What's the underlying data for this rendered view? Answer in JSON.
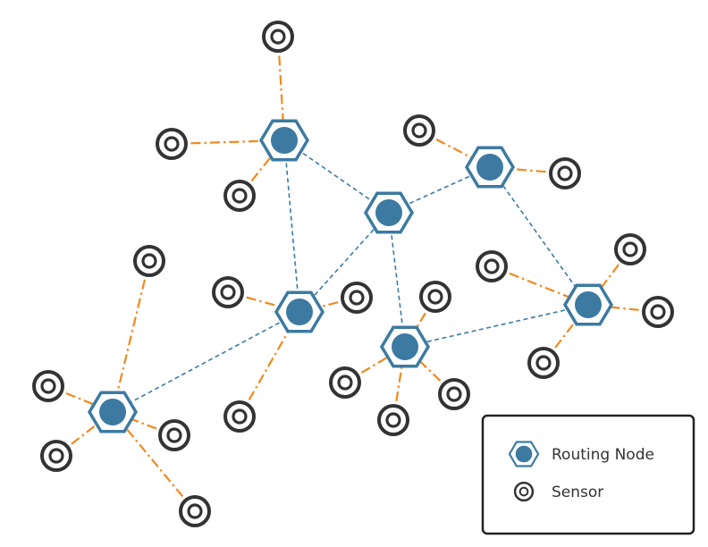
{
  "legend": {
    "routing_node_label": "Routing Node",
    "sensor_label": "Sensor"
  },
  "colors": {
    "node_fill": "#3c7aa2",
    "node_stroke": "#3c7aa2",
    "node_halo": "#d6e6f0",
    "sensor_stroke": "#333333",
    "backbone_link": "#3c7aa2",
    "sensor_link": "#ef8a1e",
    "legend_border": "#222222"
  },
  "icons": {
    "routing_node": "hexagon-node-icon",
    "sensor": "concentric-circle-sensor-icon"
  },
  "diagram": {
    "routing_nodes": [
      {
        "id": "n1"
      },
      {
        "id": "n2"
      },
      {
        "id": "n3"
      },
      {
        "id": "n4"
      },
      {
        "id": "n5"
      },
      {
        "id": "n6"
      },
      {
        "id": "n7"
      },
      {
        "id": "n8"
      }
    ],
    "backbone_links": [
      [
        "n1",
        "n3"
      ],
      [
        "n1",
        "n4"
      ],
      [
        "n3",
        "n2"
      ],
      [
        "n3",
        "n4"
      ],
      [
        "n3",
        "n6"
      ],
      [
        "n2",
        "n7"
      ],
      [
        "n4",
        "n5"
      ],
      [
        "n6",
        "n7"
      ]
    ],
    "sensors": [
      {
        "id": "s1",
        "node": "n1"
      },
      {
        "id": "s2",
        "node": "n1"
      },
      {
        "id": "s3",
        "node": "n1"
      },
      {
        "id": "s4",
        "node": "n2"
      },
      {
        "id": "s5",
        "node": "n2"
      },
      {
        "id": "s6",
        "node": "n4"
      },
      {
        "id": "s7",
        "node": "n4"
      },
      {
        "id": "s8",
        "node": "n4"
      },
      {
        "id": "s9",
        "node": "n5"
      },
      {
        "id": "s10",
        "node": "n5"
      },
      {
        "id": "s11",
        "node": "n5"
      },
      {
        "id": "s12",
        "node": "n5"
      },
      {
        "id": "s13",
        "node": "n5"
      },
      {
        "id": "s14",
        "node": "n6"
      },
      {
        "id": "s15",
        "node": "n6"
      },
      {
        "id": "s16",
        "node": "n6"
      },
      {
        "id": "s17",
        "node": "n6"
      },
      {
        "id": "s18",
        "node": "n7"
      },
      {
        "id": "s19",
        "node": "n7"
      },
      {
        "id": "s20",
        "node": "n7"
      },
      {
        "id": "s21",
        "node": "n7"
      }
    ]
  }
}
